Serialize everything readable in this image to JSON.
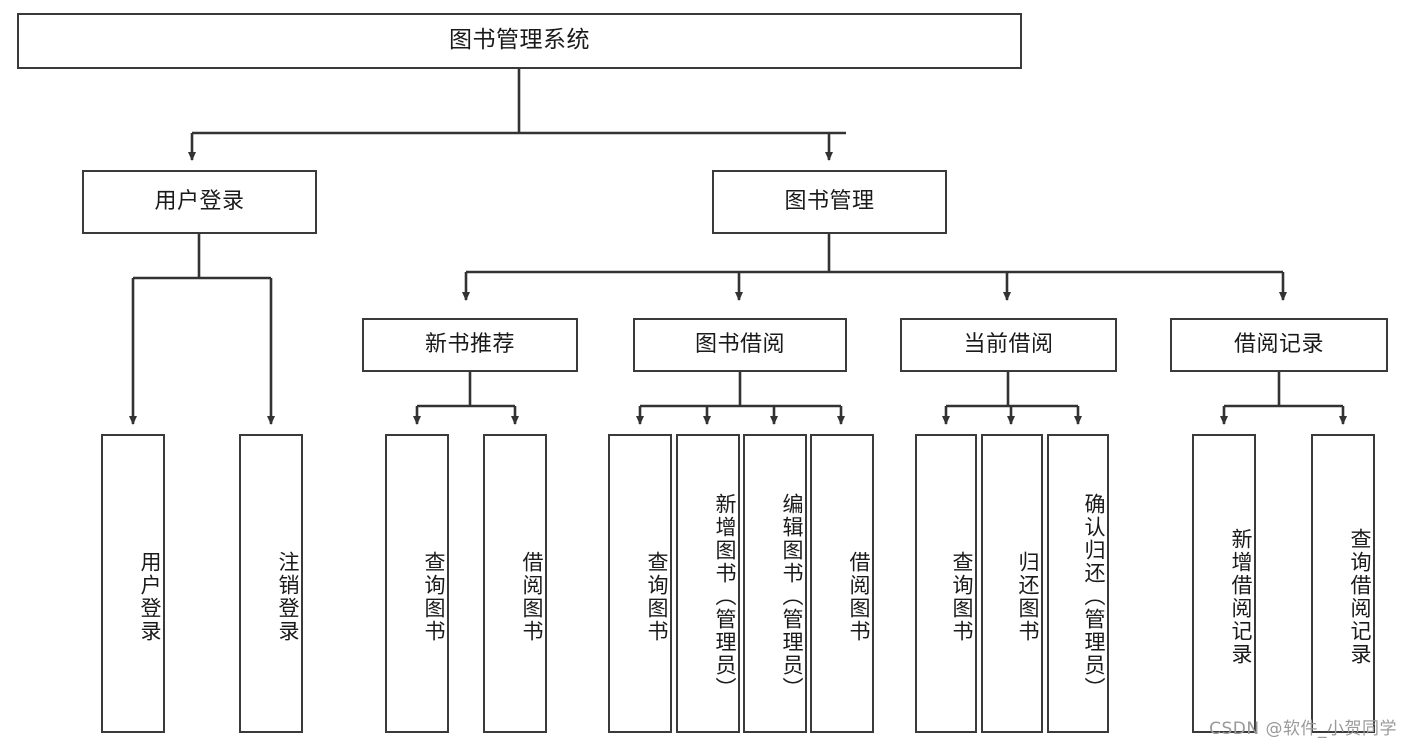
{
  "diagram": {
    "title": "图书管理系统",
    "type": "tree",
    "watermark": "CSDN @软件_小贺同学",
    "colors": {
      "box_border": "#3a3a3a",
      "box_fill": "#ffffff",
      "connector": "#333333",
      "text": "#1a1a1a",
      "watermark": "#9a9a9a"
    },
    "root": {
      "label": "图书管理系统"
    },
    "level2": [
      {
        "label": "用户登录"
      },
      {
        "label": "图书管理"
      }
    ],
    "level3": [
      {
        "label": "新书推荐"
      },
      {
        "label": "图书借阅"
      },
      {
        "label": "当前借阅"
      },
      {
        "label": "借阅记录"
      }
    ],
    "leaves": {
      "user_login": [
        {
          "label": "用户登录"
        },
        {
          "label": "注销登录"
        }
      ],
      "new_book_recommend": [
        {
          "label": "查询图书"
        },
        {
          "label": "借阅图书"
        }
      ],
      "book_borrow": [
        {
          "label": "查询图书"
        },
        {
          "label": "新增图书（管理员）"
        },
        {
          "label": "编辑图书（管理员）"
        },
        {
          "label": "借阅图书"
        }
      ],
      "current_borrow": [
        {
          "label": "查询图书"
        },
        {
          "label": "归还图书"
        },
        {
          "label": "确认归还（管理员）"
        }
      ],
      "borrow_record": [
        {
          "label": "新增借阅记录"
        },
        {
          "label": "查询借阅记录"
        }
      ]
    }
  }
}
